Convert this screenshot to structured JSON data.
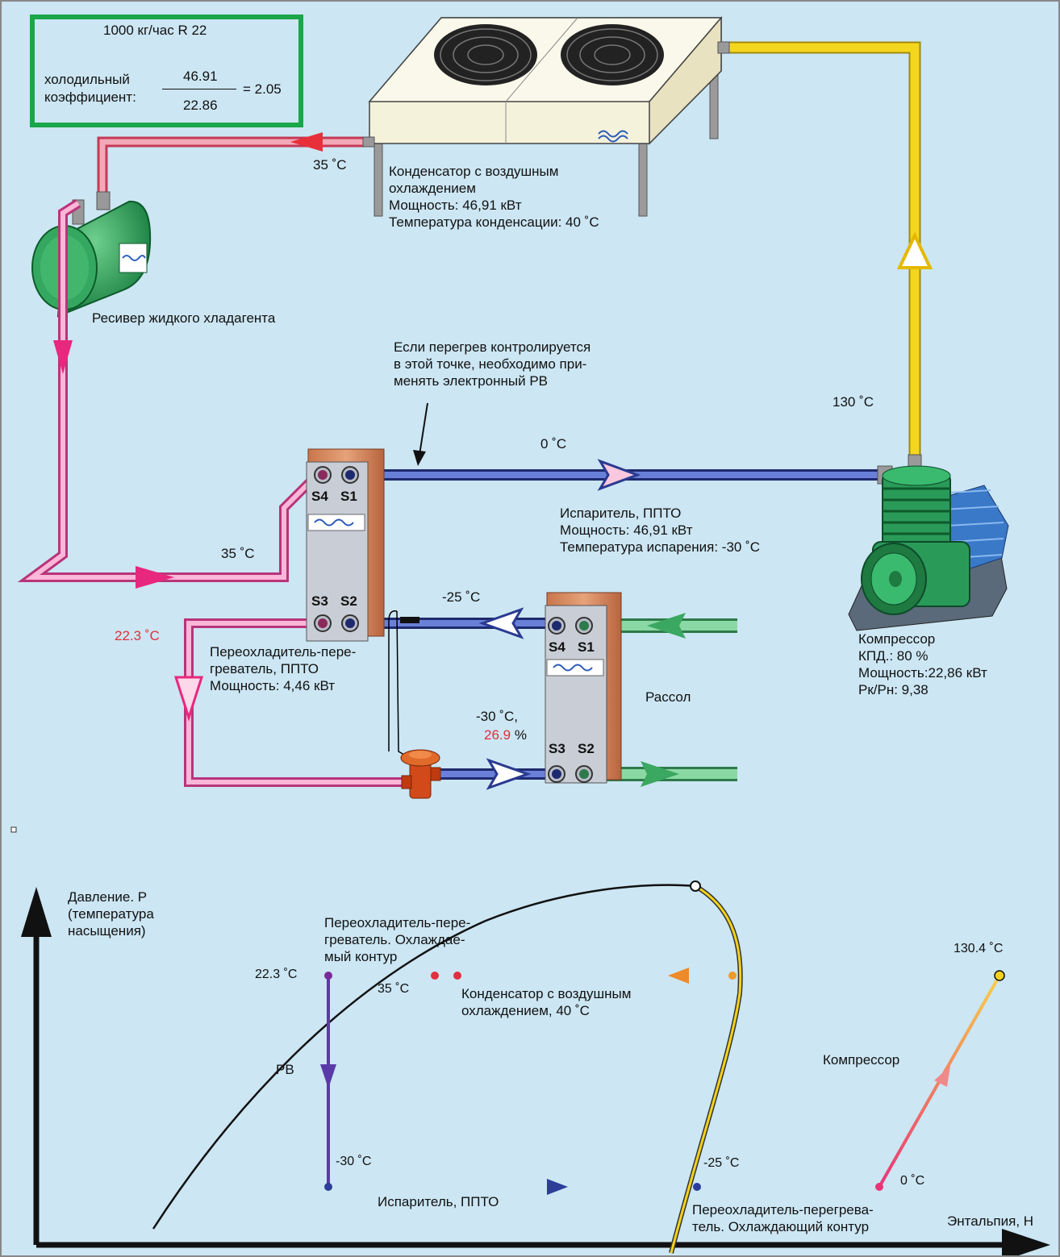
{
  "box": {
    "title": "1000 кг/час R 22",
    "coef_label_1": "холодильный",
    "coef_label_2": "коэффициент:",
    "numerator": "46.91",
    "denominator": "22.86",
    "result": "= 2.05"
  },
  "temps": {
    "condenser_out": "35 ˚C",
    "compressor_out": "130 ˚C",
    "evap_out": "0 ˚C",
    "receiver_to_hx": "35 ˚C",
    "hx_return": "-25 ˚C",
    "subcooled": "22.3 ˚C",
    "expansion_t": "-30 ˚C,",
    "expansion_pct_value": "26.9",
    "expansion_pct_unit": " %"
  },
  "labels": {
    "condenser": "Конденсатор с воздушным\nохлаждением\nМощность: 46,91 кВт\nТемпература конденсации: 40 ˚C",
    "receiver": "Ресивер жидкого хладагента",
    "superheat_note": "Если перегрев контролируется\nв этой точке, необходимо при-\nменять электронный РВ",
    "evaporator": "Испаритель, ППТО\nМощность: 46,91 кВт\nТемпература испарения: -30 ˚C",
    "compressor": "Компрессор\nКПД.: 80 %\nМощность:22,86 кВт\nРк/Рн: 9,38",
    "subcooler": "Переохладитель-пере-\nгреватель, ППТО\nМощность: 4,46 кВт",
    "brine": "Рассол"
  },
  "ports": {
    "hx1_tl": "S4",
    "hx1_tr": "S1",
    "hx1_bl": "S3",
    "hx1_br": "S2",
    "hx2_tl": "S4",
    "hx2_tr": "S1",
    "hx2_bl": "S3",
    "hx2_br": "S2"
  },
  "ph": {
    "y_axis": "Давление. Р\n(температура\nнасыщения)",
    "x_axis": "Энтальпия, Н",
    "subcooler_hot": "Переохладитель-пере-\nгреватель. Охлаждае-\nмый контур",
    "t_22": "22.3 ˚C",
    "t_35": "35 ˚C",
    "condenser": "Конденсатор с воздушным\nохлаждением, 40 ˚C",
    "t_130": "130.4 ˚C",
    "compressor": "Компрессор",
    "pv": "РВ",
    "t_m30": "-30 ˚C",
    "t_m25": "-25 ˚C",
    "t_0": "0 ˚C",
    "evaporator": "Испаритель, ППТО",
    "subcooler_cold": "Переохладитель-перегрева-\nтель. Охлаждающий контур"
  },
  "colors": {
    "background": "#cce6f3",
    "liquid_pipe": "#e8508f",
    "hot_gas_pipe": "#f4d21a",
    "suction_pipe": "#3c4fa8",
    "brine_pipe": "#6cc48a",
    "box_border": "#1aa64a"
  }
}
